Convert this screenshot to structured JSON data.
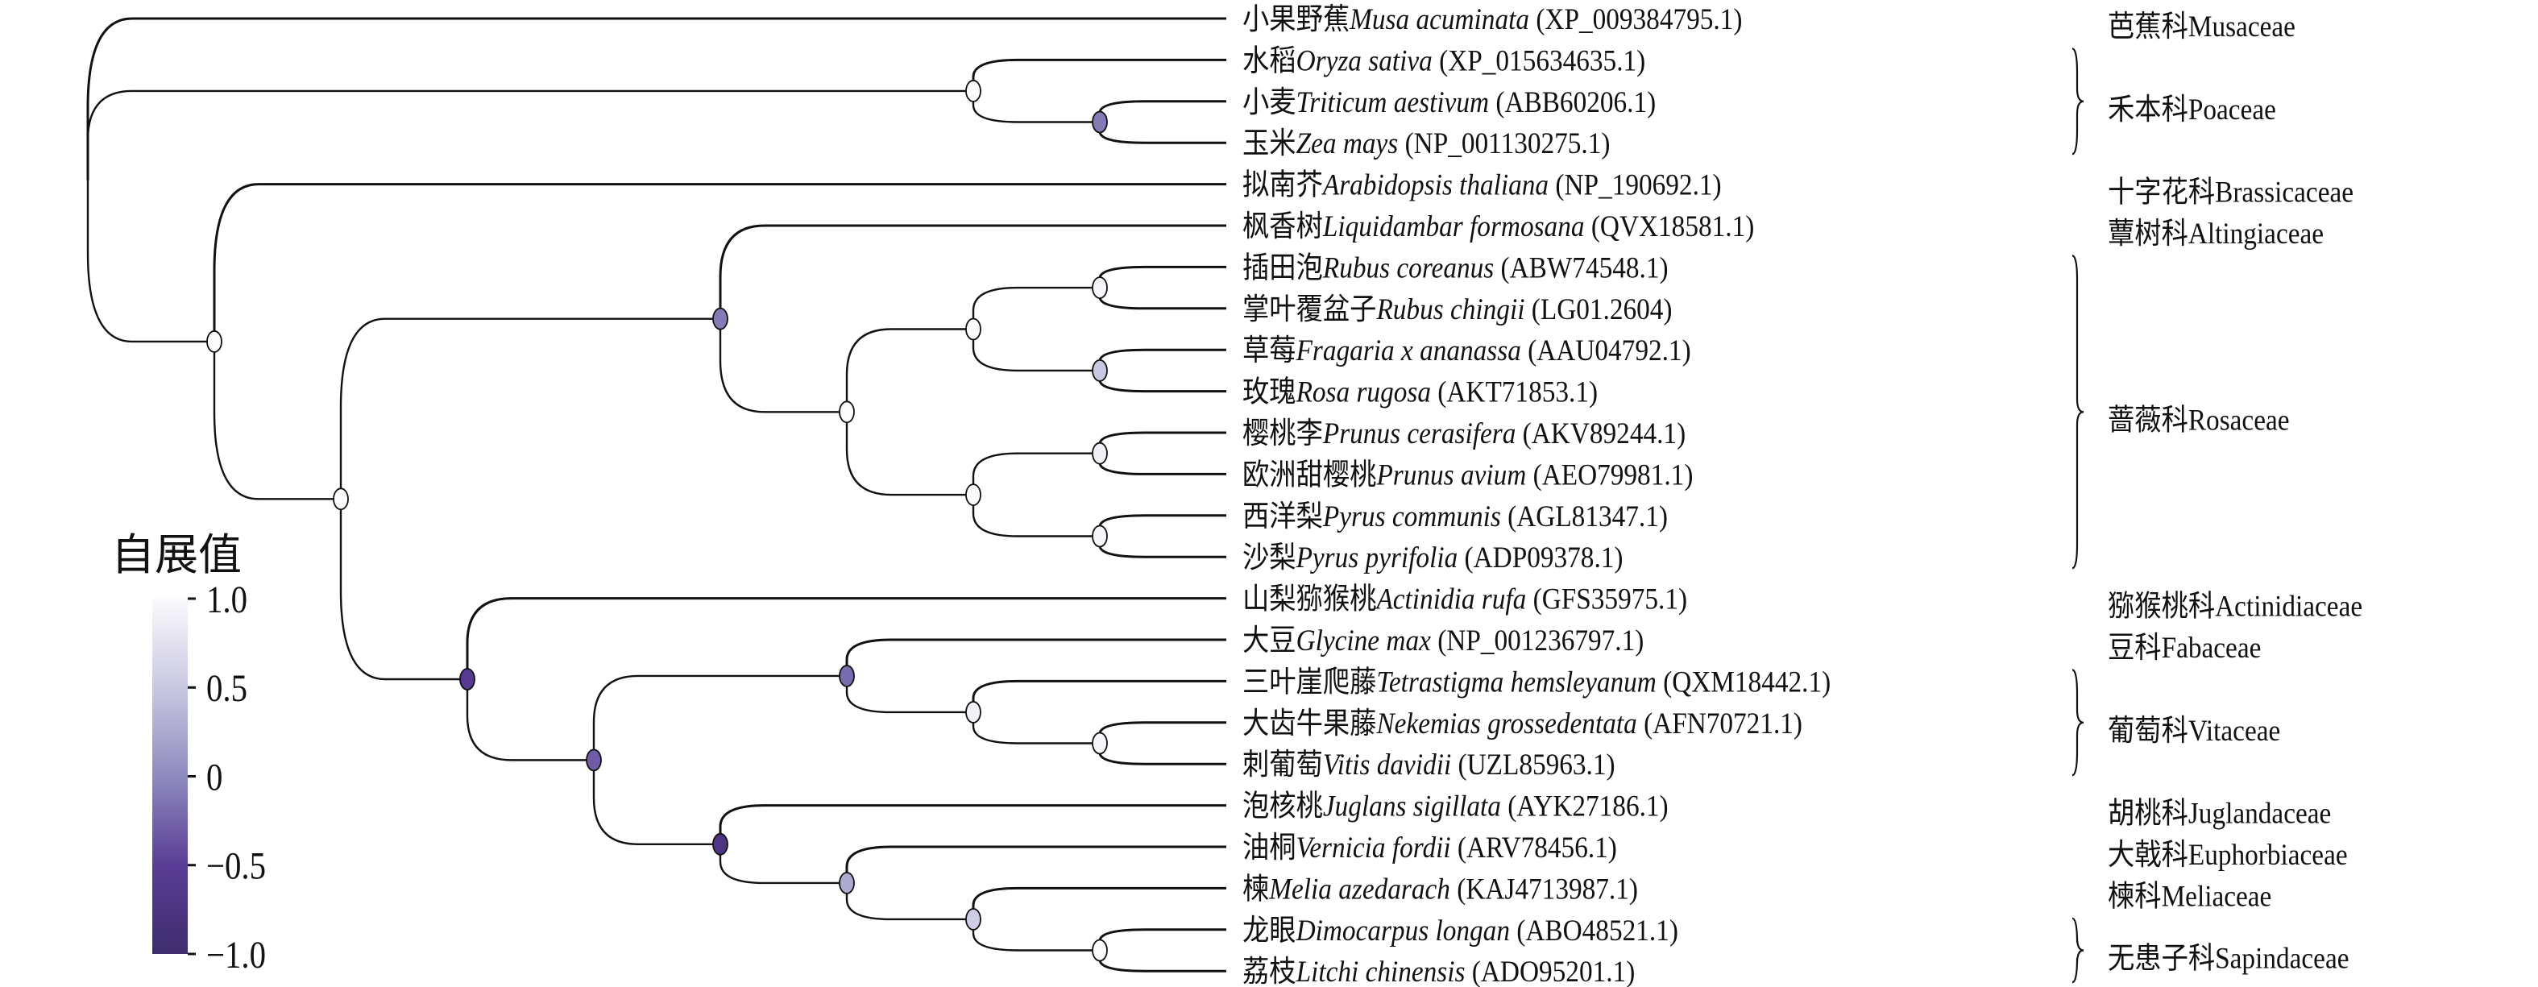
{
  "taxa": [
    {
      "cn": "小果野蕉",
      "sci": "Musa acuminata",
      "acc": "(XP_009384795.1)"
    },
    {
      "cn": "水稻",
      "sci": "Oryza sativa",
      "acc": "(XP_015634635.1)"
    },
    {
      "cn": "小麦",
      "sci": "Triticum aestivum",
      "acc": "(ABB60206.1)"
    },
    {
      "cn": "玉米",
      "sci": "Zea mays",
      "acc": "(NP_001130275.1)"
    },
    {
      "cn": "拟南芥",
      "sci": "Arabidopsis thaliana",
      "acc": "(NP_190692.1)"
    },
    {
      "cn": "枫香树",
      "sci": "Liquidambar formosana",
      "acc": "(QVX18581.1)"
    },
    {
      "cn": "插田泡",
      "sci": "Rubus coreanus",
      "acc": "(ABW74548.1)"
    },
    {
      "cn": "掌叶覆盆子",
      "sci": "Rubus chingii",
      "acc": " (LG01.2604)"
    },
    {
      "cn": "草莓",
      "sci": "Fragaria x ananassa",
      "acc": "(AAU04792.1)"
    },
    {
      "cn": "玫瑰",
      "sci": "Rosa rugosa",
      "acc": "(AKT71853.1)"
    },
    {
      "cn": "樱桃李",
      "sci": "Prunus cerasifera",
      "acc": "(AKV89244.1)"
    },
    {
      "cn": "欧洲甜樱桃",
      "sci": "Prunus avium",
      "acc": "(AEO79981.1)"
    },
    {
      "cn": "西洋梨",
      "sci": "Pyrus communis",
      "acc": "(AGL81347.1)"
    },
    {
      "cn": "沙梨",
      "sci": "Pyrus pyrifolia",
      "acc": "(ADP09378.1)"
    },
    {
      "cn": "山梨猕猴桃",
      "sci": "Actinidia rufa",
      "acc": "(GFS35975.1)"
    },
    {
      "cn": "大豆",
      "sci": "Glycine max",
      "acc": "(NP_001236797.1)"
    },
    {
      "cn": "三叶崖爬藤",
      "sci": "Tetrastigma hemsleyanum",
      "acc": "(QXM18442.1)"
    },
    {
      "cn": "大齿牛果藤",
      "sci": "Nekemias grossedentata",
      "acc": "(AFN70721.1)"
    },
    {
      "cn": "刺葡萄",
      "sci": "Vitis davidii",
      "acc": "(UZL85963.1)"
    },
    {
      "cn": "泡核桃",
      "sci": "Juglans sigillata",
      "acc": "(AYK27186.1)"
    },
    {
      "cn": "油桐",
      "sci": "Vernicia fordii",
      "acc": "(ARV78456.1)"
    },
    {
      "cn": "楝",
      "sci": "Melia azedarach",
      "acc": "(KAJ4713987.1)"
    },
    {
      "cn": "龙眼",
      "sci": "Dimocarpus longan",
      "acc": "(ABO48521.1)"
    },
    {
      "cn": "荔枝",
      "sci": "Litchi chinensis",
      "acc": "(ADO95201.1)"
    }
  ],
  "tree": {
    "support": null,
    "children": [
      {
        "leaf": 0
      },
      {
        "support": 1.0,
        "children": [
          {
            "leaf": 1
          },
          {
            "support": -0.1,
            "children": [
              {
                "leaf": 2
              },
              {
                "leaf": 3
              }
            ]
          }
        ]
      },
      {
        "support": 1.0,
        "children": [
          {
            "leaf": 4
          },
          {
            "support": 1.0,
            "children": [
              {
                "support": -0.1,
                "children": [
                  {
                    "leaf": 5
                  },
                  {
                    "support": 1.0,
                    "children": [
                      {
                        "support": 1.0,
                        "children": [
                          {
                            "support": 0.95,
                            "children": [
                              {
                                "leaf": 6
                              },
                              {
                                "leaf": 7
                              }
                            ]
                          },
                          {
                            "support": 0.5,
                            "children": [
                              {
                                "leaf": 8
                              },
                              {
                                "leaf": 9
                              }
                            ]
                          }
                        ]
                      },
                      {
                        "support": 1.0,
                        "children": [
                          {
                            "support": 0.9,
                            "children": [
                              {
                                "leaf": 10
                              },
                              {
                                "leaf": 11
                              }
                            ]
                          },
                          {
                            "support": 0.95,
                            "children": [
                              {
                                "leaf": 12
                              },
                              {
                                "leaf": 13
                              }
                            ]
                          }
                        ]
                      }
                    ]
                  }
                ]
              },
              {
                "support": -0.55,
                "children": [
                  {
                    "leaf": 14
                  },
                  {
                    "support": -0.3,
                    "children": [
                      {
                        "support": -0.2,
                        "children": [
                          {
                            "leaf": 15
                          },
                          {
                            "support": 0.9,
                            "children": [
                              {
                                "leaf": 16
                              },
                              {
                                "support": 0.95,
                                "children": [
                                  {
                                    "leaf": 17
                                  },
                                  {
                                    "leaf": 18
                                  }
                                ]
                              }
                            ]
                          }
                        ]
                      },
                      {
                        "support": -0.75,
                        "children": [
                          {
                            "leaf": 19
                          },
                          {
                            "support": 0.25,
                            "children": [
                              {
                                "leaf": 20
                              },
                              {
                                "support": 0.55,
                                "children": [
                                  {
                                    "leaf": 21
                                  },
                                  {
                                    "support": 1.0,
                                    "children": [
                                      {
                                        "leaf": 22
                                      },
                                      {
                                        "leaf": 23
                                      }
                                    ]
                                  }
                                ]
                              }
                            ]
                          }
                        ]
                      }
                    ]
                  }
                ]
              }
            ]
          }
        ]
      }
    ]
  },
  "families": [
    {
      "cn": "芭蕉科",
      "latin": "Musaceae",
      "rows": [
        0,
        0
      ]
    },
    {
      "cn": "禾本科",
      "latin": "Poaceae",
      "rows": [
        1,
        3
      ]
    },
    {
      "cn": "十字花科",
      "latin": "Brassicaceae",
      "rows": [
        4,
        4
      ]
    },
    {
      "cn": "蕈树科",
      "latin": "Altingiaceae",
      "rows": [
        5,
        5
      ]
    },
    {
      "cn": "蔷薇科",
      "latin": "Rosaceae",
      "rows": [
        6,
        13
      ]
    },
    {
      "cn": "猕猴桃科",
      "latin": "Actinidiaceae",
      "rows": [
        14,
        14
      ]
    },
    {
      "cn": "豆科",
      "latin": "Fabaceae",
      "rows": [
        15,
        15
      ]
    },
    {
      "cn": "葡萄科",
      "latin": "Vitaceae",
      "rows": [
        16,
        18
      ]
    },
    {
      "cn": "胡桃科",
      "latin": "Juglandaceae",
      "rows": [
        19,
        19
      ]
    },
    {
      "cn": "大戟科",
      "latin": "Euphorbiaceae",
      "rows": [
        20,
        20
      ]
    },
    {
      "cn": "楝科",
      "latin": "Meliaceae",
      "rows": [
        21,
        21
      ]
    },
    {
      "cn": "无患子科",
      "latin": "Sapindaceae",
      "rows": [
        22,
        23
      ]
    }
  ],
  "colorbar": {
    "title": "自展值",
    "range": [
      -1.0,
      1.0
    ],
    "ticks": [
      {
        "value": 1.0,
        "label": "1.0"
      },
      {
        "value": 0.5,
        "label": "0.5"
      },
      {
        "value": 0,
        "label": "0"
      },
      {
        "value": -0.5,
        "label": "−0.5"
      },
      {
        "value": -1.0,
        "label": "−1.0"
      }
    ],
    "colors": [
      "#3f2d6e",
      "#5a3d96",
      "#8e8bbe",
      "#c9c8e2",
      "#fbfafd"
    ]
  }
}
